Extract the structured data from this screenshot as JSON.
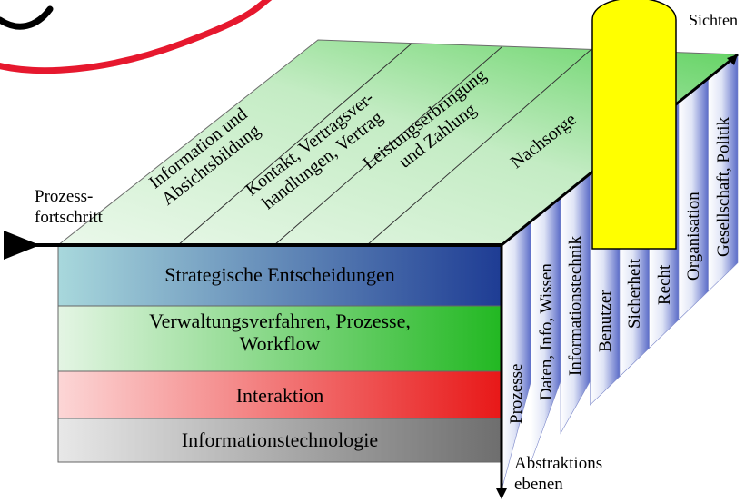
{
  "labels": {
    "process_progress": "Prozess-\nfortschritt",
    "views": "Sichten",
    "abstraction_levels": "Abstraktions\nebenen"
  },
  "phases": [
    "Information und\nAbsichtsbildung",
    "Kontakt, Vertragsver-\nhandlungen, Vertrag",
    "Leistungserbringung\nund Zahlung",
    "Nachsorge"
  ],
  "layers": [
    "Strategische Entscheidungen",
    "Verwaltungsverfahren, Prozesse,\nWorkflow",
    "Interaktion",
    "Informationstechnologie"
  ],
  "views": [
    "Prozesse",
    "Daten, Info, Wissen",
    "Informationstechnik",
    "Benutzer",
    "Sicherheit",
    "Recht",
    "Organisation",
    "Gesellschaft, Politik"
  ],
  "colors": {
    "layer_strategic": [
      "#a8d8dc",
      "#1e3c94"
    ],
    "layer_process": [
      "#e4f5e4",
      "#22b822"
    ],
    "layer_interaction": [
      "#fcd6d6",
      "#e81818"
    ],
    "layer_it": [
      "#e6e6e6",
      "#6e6e6e"
    ],
    "top_face": "#c8edc8",
    "top_face_dark": "#5fd25f",
    "side_stripe": "#6f7fce",
    "highlight_yellow": "#ffff00",
    "scribble_red": "#e6182e"
  }
}
